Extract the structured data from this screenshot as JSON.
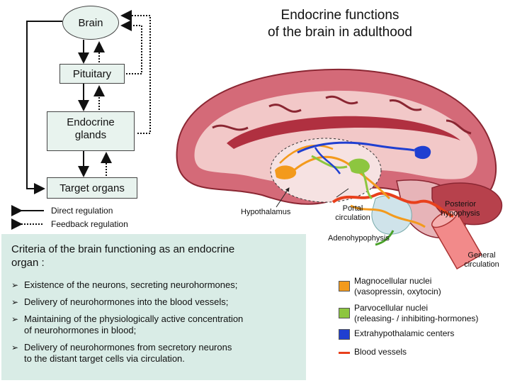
{
  "title": {
    "line1": "Endocrine  functions",
    "line2": "of  the  brain  in  adulthood"
  },
  "flow": {
    "brain": "Brain",
    "pituitary": "Pituitary",
    "endocrine_line1": "Endocrine",
    "endocrine_line2": "glands",
    "target": "Target organs"
  },
  "legend": {
    "direct": "Direct regulation",
    "feedback": "Feedback regulation"
  },
  "anatomy": {
    "hypothalamus": "Hypothalamus",
    "portal_line1": "Portal",
    "portal_line2": "circulation",
    "posterior_line1": "Posterior",
    "posterior_line2": "hypophysis",
    "adeno": "Adenohypophysis",
    "general_line1": "General",
    "general_line2": "circulation"
  },
  "criteria": {
    "heading_line1": "Criteria of the brain functioning as an endocrine",
    "heading_line2": "organ :",
    "items": [
      {
        "line1": "Existence of  the neurons, secreting  neurohormones;",
        "line2": ""
      },
      {
        "line1": "Delivery of neurohormones into the blood vessels;",
        "line2": ""
      },
      {
        "line1": "Maintaining of the physiologically active concentration",
        "line2": "of neurohormones in blood;"
      },
      {
        "line1": "Delivery of neurohormones from secretory neurons",
        "line2": "to the distant target cells via circulation."
      }
    ]
  },
  "key": {
    "magno_line1": "Magnocellular nuclei",
    "magno_line2": "(vasopressin, oxytocin)",
    "parvo_line1": "Parvocellular nuclei",
    "parvo_line2": "(releasing- / inhibiting-hormones)",
    "extra": "Extrahypothalamic centers",
    "vessels": "Blood vessels"
  },
  "colors": {
    "magno": "#f39a1c",
    "parvo": "#8dc63f",
    "extra": "#1f3fd1",
    "vessels": "#e8401c",
    "brain_tissue": "#e8a0a4",
    "brain_dark": "#b0303a"
  }
}
